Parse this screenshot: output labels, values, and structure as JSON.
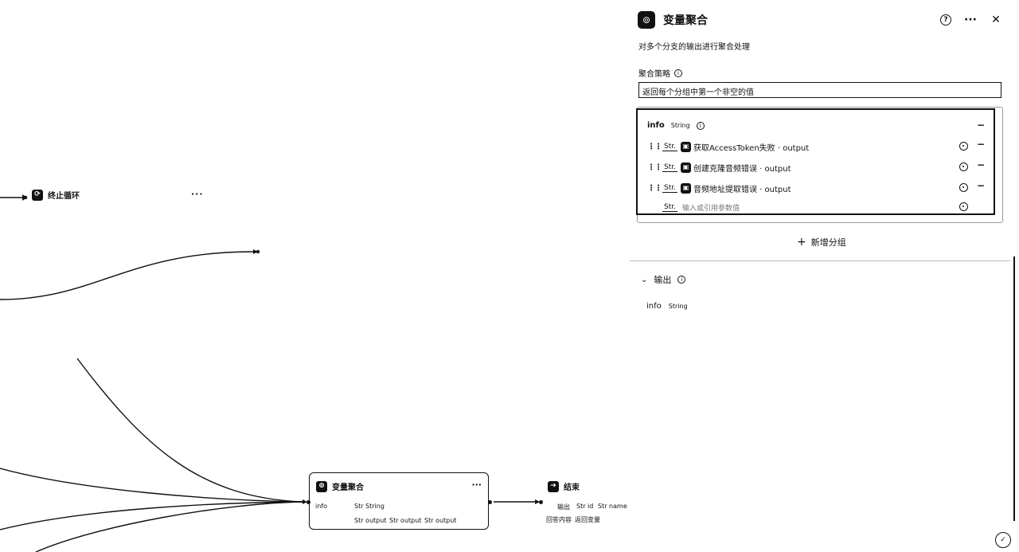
{
  "canvas": {
    "loop_node": {
      "title": "终止循环",
      "more": "···"
    },
    "agg_node": {
      "title": "变量聚合",
      "more": "···",
      "row1_label": "info",
      "row1_type": "Str String",
      "row2": [
        "Str output",
        "Str output",
        "Str output"
      ]
    },
    "end_node": {
      "title": "结束",
      "vars": [
        "Str id",
        "Str name"
      ],
      "prefix1": "输出",
      "prefix2": "回答内容",
      "mode": "返回变量"
    }
  },
  "panel": {
    "title": "变量聚合",
    "description": "对多个分支的输出进行聚合处理",
    "strategy_label": "聚合策略",
    "strategy_value": "返回每个分组中第一个非空的值",
    "group": {
      "name": "info",
      "type": "String",
      "rows": [
        {
          "tag": "Str.",
          "text": "获取AccessToken失败 · output"
        },
        {
          "tag": "Str.",
          "text": "创建克隆音频错误 · output"
        },
        {
          "tag": "Str.",
          "text": "音频地址提取错误 · output"
        }
      ],
      "input_tag": "Str.",
      "input_placeholder": "输入或引用参数值"
    },
    "add_group": "新增分组",
    "output": {
      "title": "输出",
      "name": "info",
      "type": "String"
    }
  }
}
